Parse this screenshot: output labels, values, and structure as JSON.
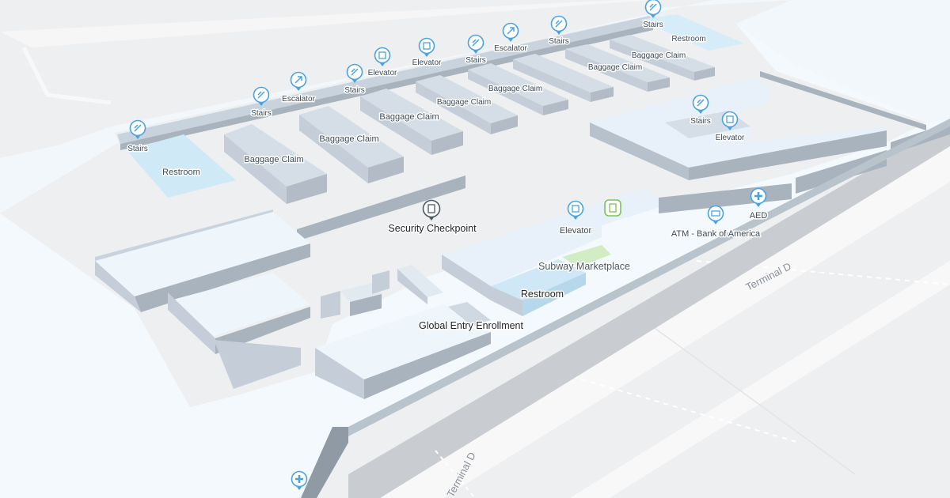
{
  "map": {
    "roads": [
      {
        "name": "Terminal D"
      },
      {
        "name": "Terminal D"
      }
    ],
    "labels": {
      "stairs_1": "Stairs",
      "stairs_2": "Stairs",
      "stairs_3": "Stairs",
      "stairs_4": "Stairs",
      "stairs_5": "Stairs",
      "stairs_6": "Stairs",
      "stairs_7": "Stairs",
      "escalator_1": "Escalator",
      "escalator_2": "Escalator",
      "elevator_1": "Elevator",
      "elevator_2": "Elevator",
      "elevator_3": "Elevator",
      "elevator_4": "Elevator",
      "restroom_1": "Restroom",
      "restroom_2": "Restroom",
      "restroom_3": "Restroom",
      "baggage_1": "Baggage Claim",
      "baggage_2": "Baggage Claim",
      "baggage_3": "Baggage Claim",
      "baggage_4": "Baggage Claim",
      "baggage_5": "Baggage Claim",
      "baggage_6": "Baggage Claim",
      "baggage_7": "Baggage Claim",
      "security": "Security Checkpoint",
      "atm": "ATM - Bank of America",
      "aed": "AED",
      "subway": "Subway Marketplace",
      "global_entry": "Global Entry Enrollment"
    },
    "colors": {
      "background": "#eeeff1",
      "floor": "#f4f9fd",
      "wall_top": "#c8d3de",
      "wall_side": "#a9b3bd",
      "restroom": "#cfe9f7",
      "food": "#cdeabf",
      "pin": "#4aa3df"
    }
  }
}
